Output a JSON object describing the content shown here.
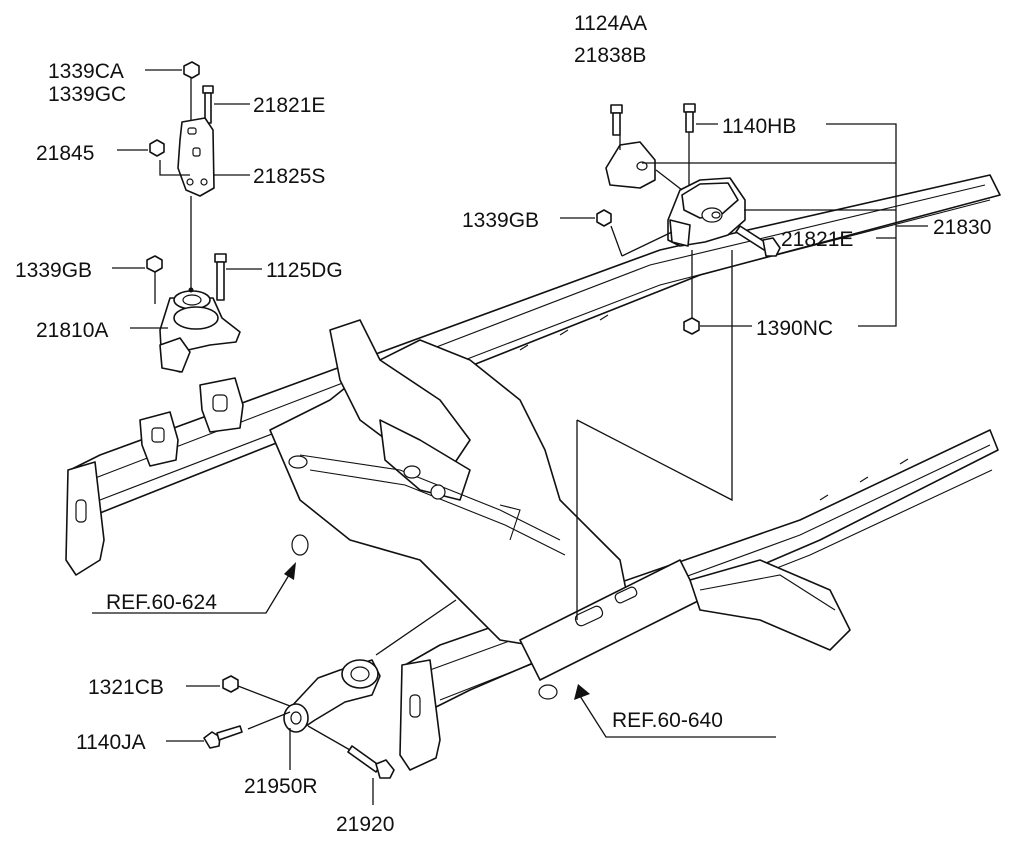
{
  "labels": {
    "p1339CA": "1339CA",
    "p1339GC": "1339GC",
    "p21821E_left": "21821E",
    "p21845": "21845",
    "p21825S": "21825S",
    "p1339GB_left": "1339GB",
    "p1125DG": "1125DG",
    "p21810A": "21810A",
    "p1124AA": "1124AA",
    "p21838B": "21838B",
    "p1140HB": "1140HB",
    "p1339GB_right": "1339GB",
    "p21821E_right": "21821E",
    "p21830": "21830",
    "p1390NC": "1390NC",
    "ref_624": "REF.60-624",
    "ref_640": "REF.60-640",
    "p1321CB": "1321CB",
    "p1140JA": "1140JA",
    "p21950R": "21950R",
    "p21920": "21920"
  }
}
